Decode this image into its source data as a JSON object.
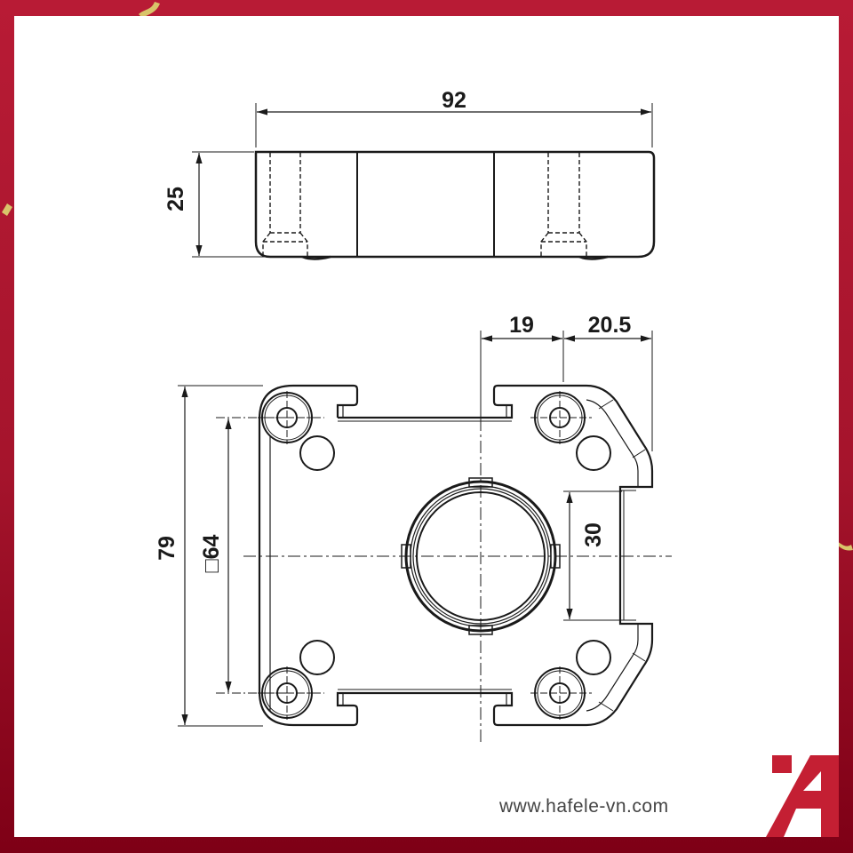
{
  "background": {
    "frame_color": "#b81b35",
    "frame_color_bottom": "#7e0016",
    "confetti_color": "#d9c46a"
  },
  "drawing": {
    "side_view": {
      "width_label": "92",
      "height_label": "25"
    },
    "top_view": {
      "offset_left_label": "19",
      "offset_right_label": "20.5",
      "overall_height_label": "79",
      "hole_pattern_label": "□64",
      "slot_height_label": "30"
    },
    "line_color": "#1a1a1a"
  },
  "branding": {
    "website": "www.hafele-vn.com",
    "logo_color": "#c41f33",
    "logo_icon": "hafele-a-logo-icon"
  }
}
